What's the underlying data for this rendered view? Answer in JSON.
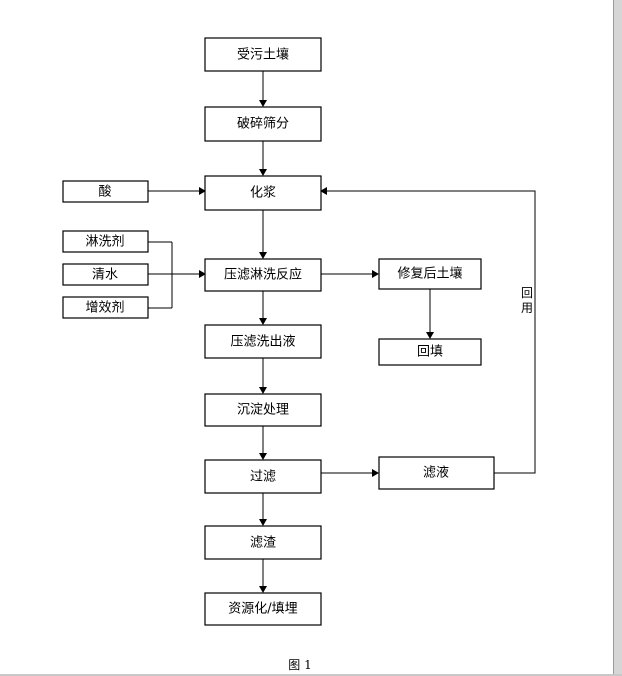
{
  "nodes": {
    "contaminated_soil": "受污土壤",
    "crush_screen": "破碎筛分",
    "pulping": "化浆",
    "acid": "酸",
    "eluent": "淋洗剂",
    "clear_water": "清水",
    "enhancer": "增效剂",
    "press_filter_leach": "压滤淋洗反应",
    "remediated_soil": "修复后土壤",
    "backfill": "回填",
    "press_filtrate": "压滤洗出液",
    "precipitation": "沉淀处理",
    "filtration": "过滤",
    "filtrate": "滤液",
    "filter_residue": "滤渣",
    "resource_landfill": "资源化/填埋"
  },
  "labels": {
    "recycle_char_1": "回",
    "recycle_char_2": "用"
  },
  "caption": "图 1"
}
